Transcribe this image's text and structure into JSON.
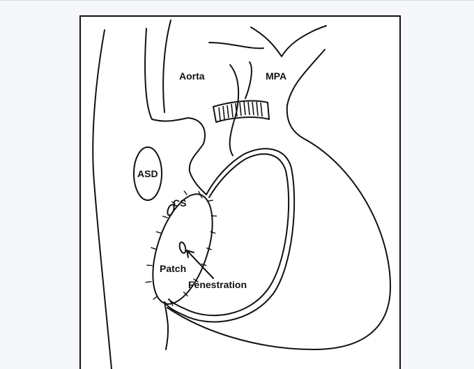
{
  "labels": {
    "aorta": "Aorta",
    "mpa": "MPA",
    "asd": "ASD",
    "cs": "CS",
    "patch": "Patch",
    "fenestration": "Fenestration"
  },
  "colors": {
    "ink": "#111111",
    "page_background": "#f6f7fa",
    "figure_background": "#ffffff"
  }
}
